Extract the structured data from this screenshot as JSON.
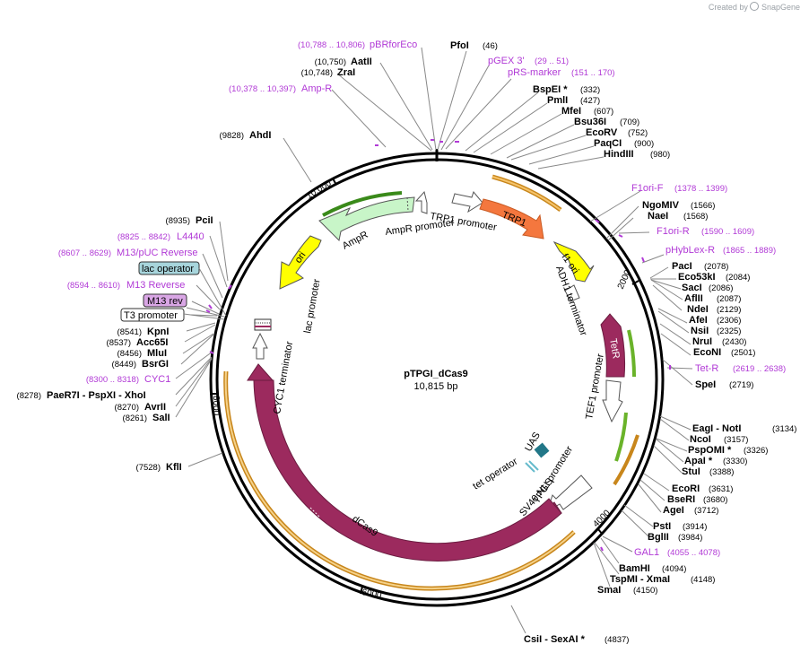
{
  "credit": {
    "created_by": "Created by",
    "brand": "SnapGene"
  },
  "plasmid": {
    "name": "pTPGI_dCas9",
    "length_label": "10,815 bp",
    "length_bp": 10815
  },
  "ticks": [
    "2000",
    "4000",
    "6000",
    "8000",
    "10,000"
  ],
  "features": [
    {
      "name": "TRP1",
      "color": "#f4773e"
    },
    {
      "name": "TRP1 promoter",
      "color": "#ffffff"
    },
    {
      "name": "AmpR",
      "color": "#c8f5c8"
    },
    {
      "name": "AmpR promoter",
      "color": "#ffffff"
    },
    {
      "name": "ori",
      "color": "#ffff00"
    },
    {
      "name": "f1 ori",
      "color": "#ffff00"
    },
    {
      "name": "ADH1 terminator",
      "color": "#ffffff"
    },
    {
      "name": "TetR",
      "color": "#9c2a5e"
    },
    {
      "name": "TEF1 promoter",
      "color": "#ffffff"
    },
    {
      "name": "TPGI promoter",
      "color": "#ffffff"
    },
    {
      "name": "SV40 NLS",
      "color": "#9c2a5e"
    },
    {
      "name": "tet operator",
      "color": "#66bbcc"
    },
    {
      "name": "UAS",
      "color": "#227788"
    },
    {
      "name": "dCas9",
      "color": "#9c2a5e"
    },
    {
      "name": "CYC1 terminator",
      "color": "#ffffff"
    },
    {
      "name": "lac promoter",
      "color": "#ffffff"
    }
  ],
  "boxed_labels": [
    {
      "name": "lac operator",
      "fill": "#a7d5dc"
    },
    {
      "name": "M13 rev",
      "fill": "#d9a6e5"
    },
    {
      "name": "T3 promoter",
      "fill": "#ffffff"
    }
  ],
  "right_labels": [
    {
      "name": "PfoI",
      "pos": "(46)",
      "kind": "enzyme"
    },
    {
      "name": "pGEX 3'",
      "pos": "(29 .. 51)",
      "kind": "primer"
    },
    {
      "name": "pRS-marker",
      "pos": "(151 .. 170)",
      "kind": "primer"
    },
    {
      "name": "BspEI *",
      "pos": "(332)",
      "kind": "enzyme"
    },
    {
      "name": "PmlI",
      "pos": "(427)",
      "kind": "enzyme"
    },
    {
      "name": "MfeI",
      "pos": "(607)",
      "kind": "enzyme"
    },
    {
      "name": "Bsu36I",
      "pos": "(709)",
      "kind": "enzyme"
    },
    {
      "name": "EcoRV",
      "pos": "(752)",
      "kind": "enzyme"
    },
    {
      "name": "PaqCI",
      "pos": "(900)",
      "kind": "enzyme"
    },
    {
      "name": "HindIII",
      "pos": "(980)",
      "kind": "enzyme"
    },
    {
      "name": "F1ori-F",
      "pos": "(1378 .. 1399)",
      "kind": "primer"
    },
    {
      "name": "NgoMIV",
      "pos": "(1566)",
      "kind": "enzyme"
    },
    {
      "name": "NaeI",
      "pos": "(1568)",
      "kind": "enzyme"
    },
    {
      "name": "F1ori-R",
      "pos": "(1590 .. 1609)",
      "kind": "primer"
    },
    {
      "name": "pHybLex-R",
      "pos": "(1865 .. 1889)",
      "kind": "primer"
    },
    {
      "name": "PacI",
      "pos": "(2078)",
      "kind": "enzyme"
    },
    {
      "name": "Eco53kI",
      "pos": "(2084)",
      "kind": "enzyme"
    },
    {
      "name": "SacI",
      "pos": "(2086)",
      "kind": "enzyme"
    },
    {
      "name": "AflII",
      "pos": "(2087)",
      "kind": "enzyme"
    },
    {
      "name": "NdeI",
      "pos": "(2129)",
      "kind": "enzyme"
    },
    {
      "name": "AfeI",
      "pos": "(2306)",
      "kind": "enzyme"
    },
    {
      "name": "NsiI",
      "pos": "(2325)",
      "kind": "enzyme"
    },
    {
      "name": "NruI",
      "pos": "(2430)",
      "kind": "enzyme"
    },
    {
      "name": "EcoNI",
      "pos": "(2501)",
      "kind": "enzyme"
    },
    {
      "name": "Tet-R",
      "pos": "(2619 .. 2638)",
      "kind": "primer"
    },
    {
      "name": "SpeI",
      "pos": "(2719)",
      "kind": "enzyme"
    },
    {
      "name": "EagI  - NotI",
      "pos": "(3134)",
      "kind": "enzyme"
    },
    {
      "name": "NcoI",
      "pos": "(3157)",
      "kind": "enzyme"
    },
    {
      "name": "PspOMI *",
      "pos": "(3326)",
      "kind": "enzyme"
    },
    {
      "name": "ApaI *",
      "pos": "(3330)",
      "kind": "enzyme"
    },
    {
      "name": "StuI",
      "pos": "(3388)",
      "kind": "enzyme"
    },
    {
      "name": "EcoRI",
      "pos": "(3631)",
      "kind": "enzyme"
    },
    {
      "name": "BseRI",
      "pos": "(3680)",
      "kind": "enzyme"
    },
    {
      "name": "AgeI",
      "pos": "(3712)",
      "kind": "enzyme"
    },
    {
      "name": "PstI",
      "pos": "(3914)",
      "kind": "enzyme"
    },
    {
      "name": "BglII",
      "pos": "(3984)",
      "kind": "enzyme"
    },
    {
      "name": "GAL1",
      "pos": "(4055 .. 4078)",
      "kind": "primer"
    },
    {
      "name": "BamHI",
      "pos": "(4094)",
      "kind": "enzyme"
    },
    {
      "name": "TspMI  - XmaI",
      "pos": "(4148)",
      "kind": "enzyme"
    },
    {
      "name": "SmaI",
      "pos": "(4150)",
      "kind": "enzyme"
    },
    {
      "name": "CsiI  - SexAI *",
      "pos": "(4837)",
      "kind": "enzyme"
    }
  ],
  "left_labels": [
    {
      "name": "pBRforEco",
      "pos": "(10,788 .. 10,806)",
      "kind": "primer"
    },
    {
      "name": "AatII",
      "pos": "(10,750)",
      "kind": "enzyme"
    },
    {
      "name": "ZraI",
      "pos": "(10,748)",
      "kind": "enzyme"
    },
    {
      "name": "Amp-R",
      "pos": "(10,378 .. 10,397)",
      "kind": "primer"
    },
    {
      "name": "AhdI",
      "pos": "(9828)",
      "kind": "enzyme"
    },
    {
      "name": "PciI",
      "pos": "(8935)",
      "kind": "enzyme"
    },
    {
      "name": "L4440",
      "pos": "(8825 .. 8842)",
      "kind": "primer"
    },
    {
      "name": "M13/pUC Reverse",
      "pos": "(8607 .. 8629)",
      "kind": "primer"
    },
    {
      "name": "M13 Reverse",
      "pos": "(8594 .. 8610)",
      "kind": "primer"
    },
    {
      "name": "KpnI",
      "pos": "(8541)",
      "kind": "enzyme"
    },
    {
      "name": "Acc65I",
      "pos": "(8537)",
      "kind": "enzyme"
    },
    {
      "name": "MluI",
      "pos": "(8456)",
      "kind": "enzyme"
    },
    {
      "name": "BsrGI",
      "pos": "(8449)",
      "kind": "enzyme"
    },
    {
      "name": "CYC1",
      "pos": "(8300 .. 8318)",
      "kind": "primer"
    },
    {
      "name": "PaeR7I  - PspXI  - XhoI",
      "pos": "(8278)",
      "kind": "enzyme"
    },
    {
      "name": "AvrII",
      "pos": "(8270)",
      "kind": "enzyme"
    },
    {
      "name": "SalI",
      "pos": "(8261)",
      "kind": "enzyme"
    },
    {
      "name": "KflI",
      "pos": "(7528)",
      "kind": "enzyme"
    }
  ]
}
